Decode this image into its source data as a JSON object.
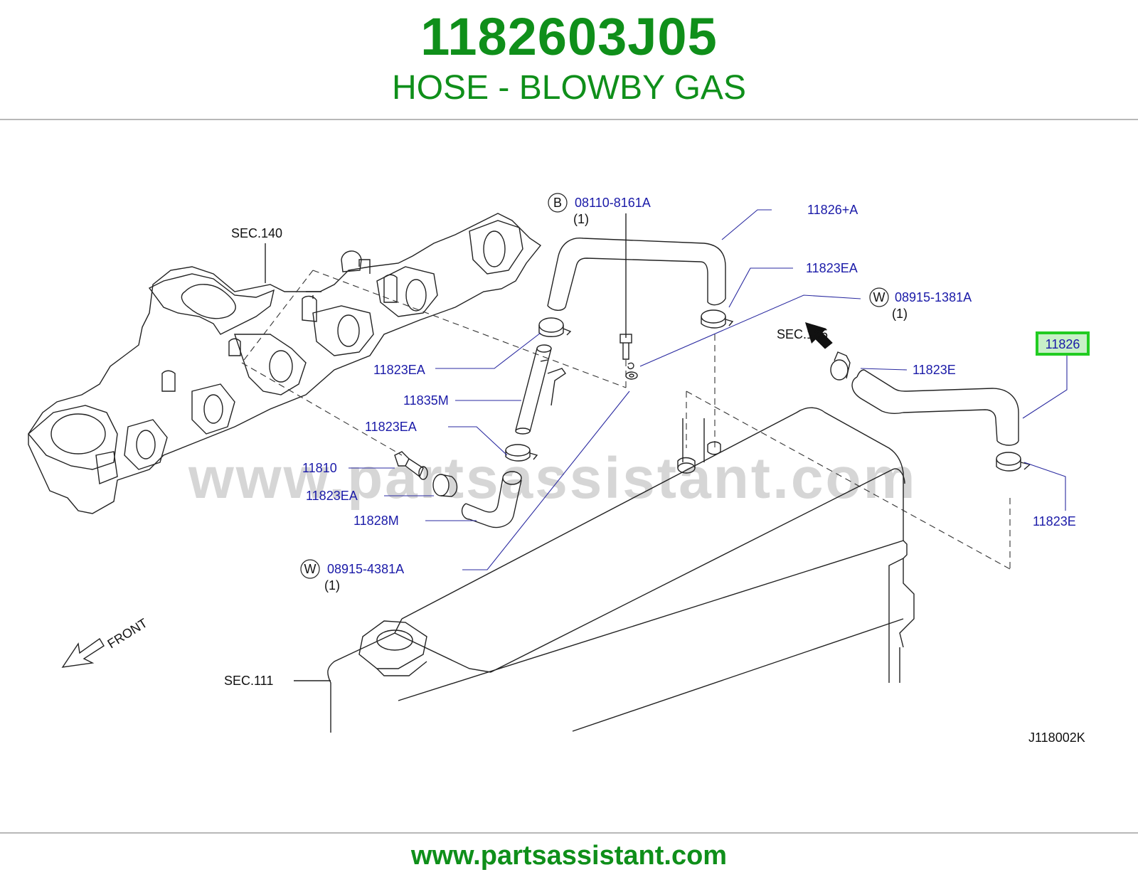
{
  "header": {
    "part_number": "1182603J05",
    "part_name": "HOSE - BLOWBY GAS"
  },
  "footer": {
    "url": "www.partsassistant.com"
  },
  "diagram": {
    "watermark": "www.partsassistant.com",
    "figure_code": "J118002K",
    "front_label": "FRONT",
    "sections": {
      "sec140": "SEC.140",
      "sec165": "SEC.165",
      "sec111": "SEC.111"
    },
    "highlighted_part": "11826",
    "highlight_color": "#22cc22",
    "callouts": {
      "bolt_symbol": "B",
      "bolt_part": "08110-8161A",
      "bolt_qty": "(1)",
      "washer1_symbol": "W",
      "washer1_part": "08915-1381A",
      "washer1_qty": "(1)",
      "washer2_symbol": "W",
      "washer2_part": "08915-4381A",
      "washer2_qty": "(1)",
      "hose_a": "11826+A",
      "clamp_ea_top_right": "11823EA",
      "clamp_ea_left_upper": "11823EA",
      "pipe": "11835M",
      "clamp_ea_mid": "11823EA",
      "valve": "11810",
      "clamp_ea_lower": "11823EA",
      "hose_m": "11828M",
      "clamp_e_upper": "11823E",
      "clamp_e_lower": "11823E"
    }
  }
}
